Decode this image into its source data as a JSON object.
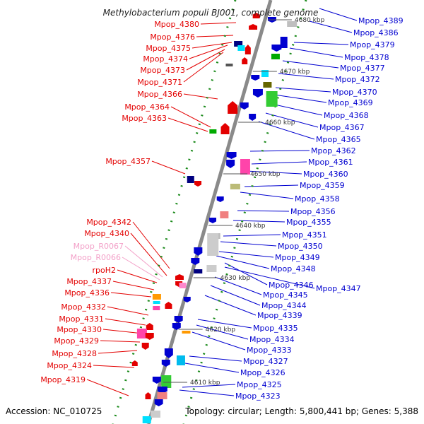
{
  "title": "Methylobacterium populi BJ001, complete genome",
  "footer": {
    "accession": "Accession: NC_010725",
    "topology": "Topology: circular; Length: 5,800,441 bp; Genes: 5,388"
  },
  "colors": {
    "left_label": "#e30000",
    "left_label_rna": "#f3a0c8",
    "right_label": "#0000d0",
    "backbone": "#8a8a8a",
    "dots": "#1a8a1a"
  },
  "ticks": [
    "4680 kbp",
    "4670 kbp",
    "4660 kbp",
    "4650 kbp",
    "4640 kbp",
    "4630 kbp",
    "4620 kbp",
    "4610 kbp"
  ],
  "left_labels": [
    {
      "text": "Mpop_4380",
      "kind": "gene"
    },
    {
      "text": "Mpop_4376",
      "kind": "gene"
    },
    {
      "text": "Mpop_4375",
      "kind": "gene"
    },
    {
      "text": "Mpop_4374",
      "kind": "gene"
    },
    {
      "text": "Mpop_4373",
      "kind": "gene"
    },
    {
      "text": "Mpop_4371",
      "kind": "gene"
    },
    {
      "text": "Mpop_4366",
      "kind": "gene"
    },
    {
      "text": "Mpop_4364",
      "kind": "gene"
    },
    {
      "text": "Mpop_4363",
      "kind": "gene"
    },
    {
      "text": "Mpop_4357",
      "kind": "gene"
    },
    {
      "text": "Mpop_4342",
      "kind": "gene"
    },
    {
      "text": "Mpop_4340",
      "kind": "gene"
    },
    {
      "text": "Mpop_R0067",
      "kind": "rna"
    },
    {
      "text": "Mpop_R0066",
      "kind": "rna"
    },
    {
      "text": "rpoH2",
      "kind": "gene"
    },
    {
      "text": "Mpop_4337",
      "kind": "gene"
    },
    {
      "text": "Mpop_4336",
      "kind": "gene"
    },
    {
      "text": "Mpop_4332",
      "kind": "gene"
    },
    {
      "text": "Mpop_4331",
      "kind": "gene"
    },
    {
      "text": "Mpop_4330",
      "kind": "gene"
    },
    {
      "text": "Mpop_4329",
      "kind": "gene"
    },
    {
      "text": "Mpop_4328",
      "kind": "gene"
    },
    {
      "text": "Mpop_4324",
      "kind": "gene"
    },
    {
      "text": "Mpop_4319",
      "kind": "gene"
    }
  ],
  "right_labels": [
    "Mpop_4389",
    "Mpop_4386",
    "Mpop_4379",
    "Mpop_4378",
    "Mpop_4377",
    "Mpop_4372",
    "Mpop_4370",
    "Mpop_4369",
    "Mpop_4368",
    "Mpop_4367",
    "Mpop_4365",
    "Mpop_4362",
    "Mpop_4361",
    "Mpop_4360",
    "Mpop_4359",
    "Mpop_4358",
    "Mpop_4356",
    "Mpop_4355",
    "Mpop_4351",
    "Mpop_4350",
    "Mpop_4349",
    "Mpop_4348",
    "Mpop_4347",
    "Mpop_4346",
    "Mpop_4345",
    "Mpop_4344",
    "Mpop_4339",
    "Mpop_4335",
    "Mpop_4334",
    "Mpop_4333",
    "Mpop_4327",
    "Mpop_4326",
    "Mpop_4325",
    "Mpop_4323"
  ]
}
